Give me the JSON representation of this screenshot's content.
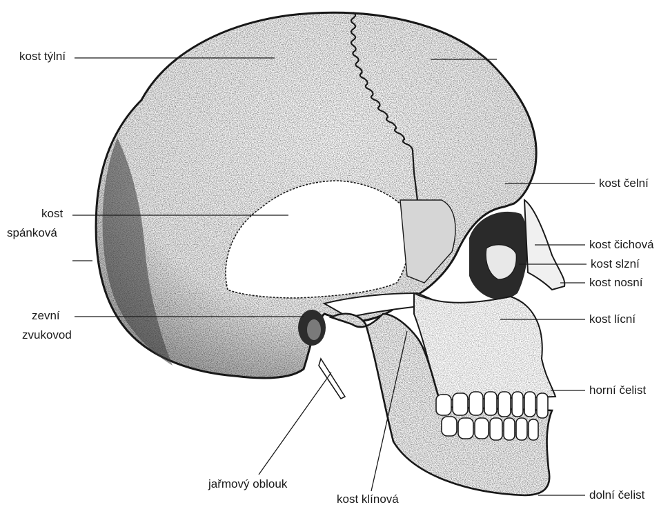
{
  "labels": {
    "kost_tylni": "kost týlní",
    "kost_spankova_1": "kost",
    "kost_spankova_2": "spánková",
    "zevni_zvukovod_1": "zevní",
    "zevni_zvukovod_2": "zvukovod",
    "kost_celni": "kost čelní",
    "kost_cichova": "kost čichová",
    "kost_slzni": "kost slzní",
    "kost_nosni": "kost nosní",
    "kost_licni": "kost lícní",
    "horni_celist": "horní čelist",
    "dolni_celist": "dolní čelist",
    "jarmovy_oblouk": "jařmový oblouk",
    "kost_klinova": "kost klínová"
  },
  "colors": {
    "ink": "#1a1a1a",
    "paper": "#ffffff",
    "shade": "#bdbdbd"
  }
}
